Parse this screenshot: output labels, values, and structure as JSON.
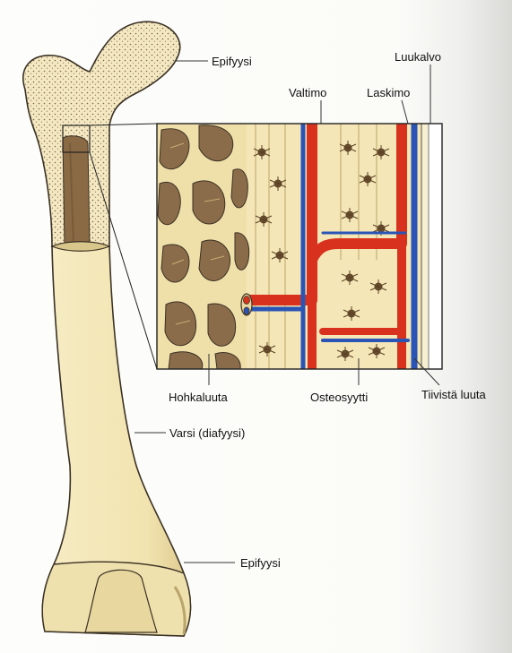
{
  "labels": {
    "epiphysis_top": "Epifyysi",
    "periosteum": "Luukalvo",
    "artery": "Valtimo",
    "vein": "Laskimo",
    "spongy_bone": "Hohkaluuta",
    "osteocyte": "Osteosyytti",
    "compact_bone": "Tiivistä luuta",
    "shaft": "Varsi (diafyysi)",
    "epiphysis_bottom": "Epifyysi"
  },
  "colors": {
    "bone": "#f3e7b8",
    "bone_shade": "#ddc98e",
    "marrow": "#8a6a45",
    "spongy_pocket": "#8b6c4a",
    "artery": "#d8321e",
    "vein": "#2a55b6",
    "outline": "#3b3124"
  }
}
